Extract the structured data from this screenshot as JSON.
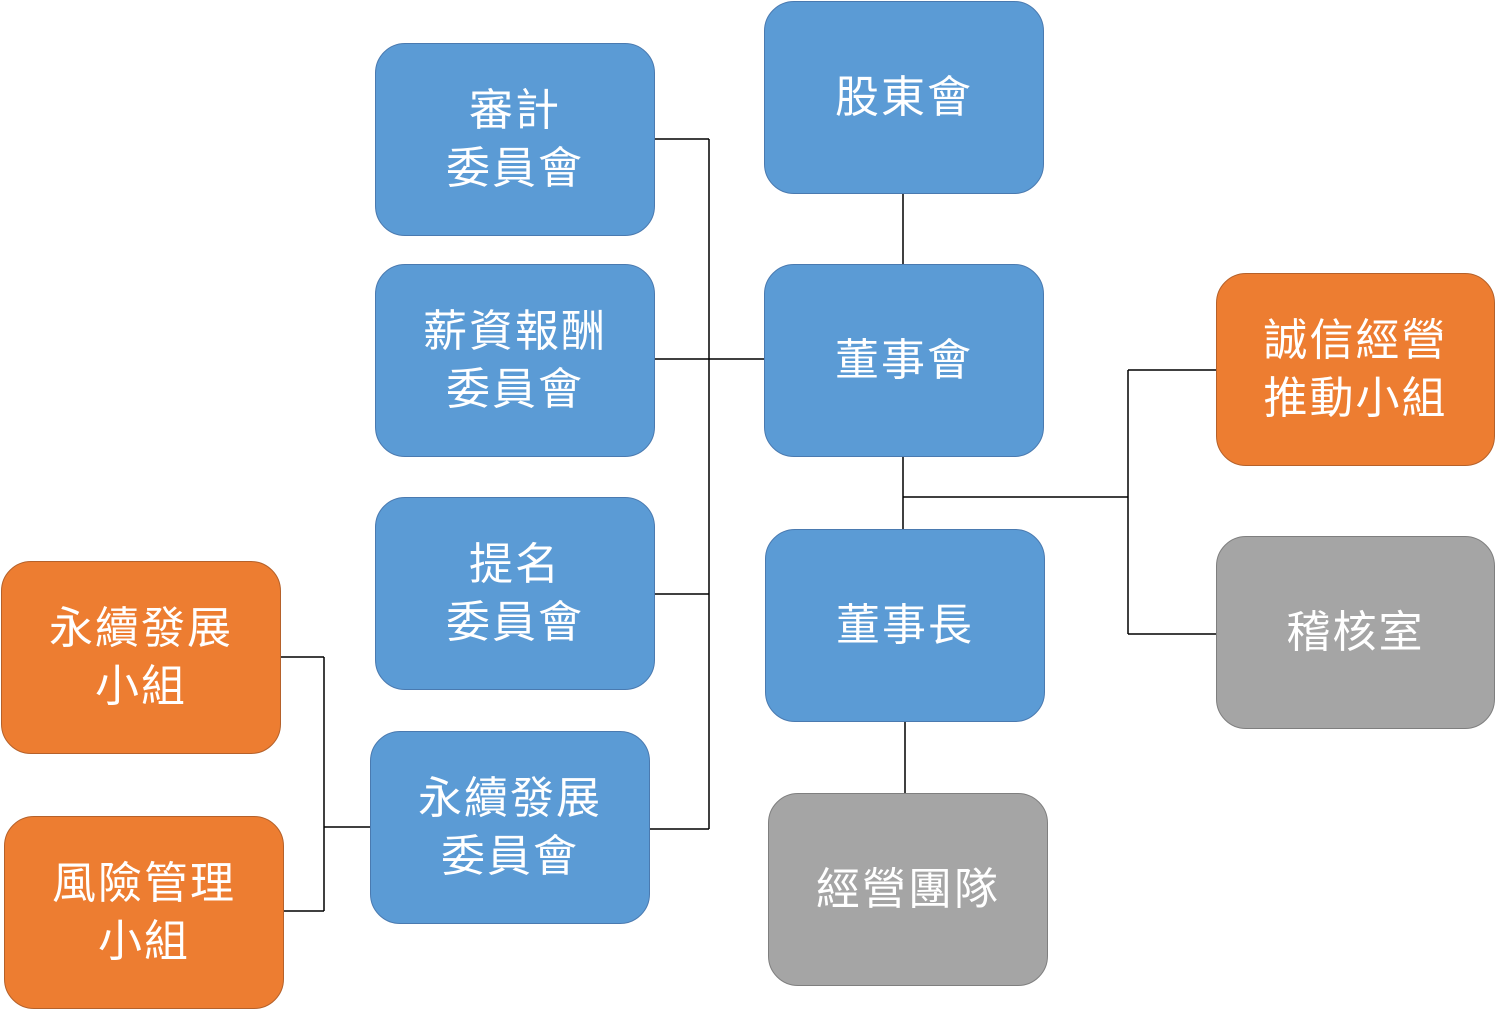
{
  "colors": {
    "blue": "#5b9bd5",
    "orange": "#ed7d31",
    "gray": "#a5a5a5",
    "line": "#000000"
  },
  "nodes": {
    "shareholders": {
      "line1": "股東會"
    },
    "board": {
      "line1": "董事會"
    },
    "chairman": {
      "line1": "董事長"
    },
    "management": {
      "line1": "經營團隊"
    },
    "audit_committee": {
      "line1": "審計",
      "line2": "委員會"
    },
    "compensation_committee": {
      "line1": "薪資報酬",
      "line2": "委員會"
    },
    "nomination_committee": {
      "line1": "提名",
      "line2": "委員會"
    },
    "sustainability_committee": {
      "line1": "永續發展",
      "line2": "委員會"
    },
    "sustainability_group": {
      "line1": "永續發展",
      "line2": "小組"
    },
    "risk_group": {
      "line1": "風險管理",
      "line2": "小組"
    },
    "integrity_group": {
      "line1": "誠信經營",
      "line2": "推動小組"
    },
    "audit_office": {
      "line1": "稽核室"
    }
  }
}
